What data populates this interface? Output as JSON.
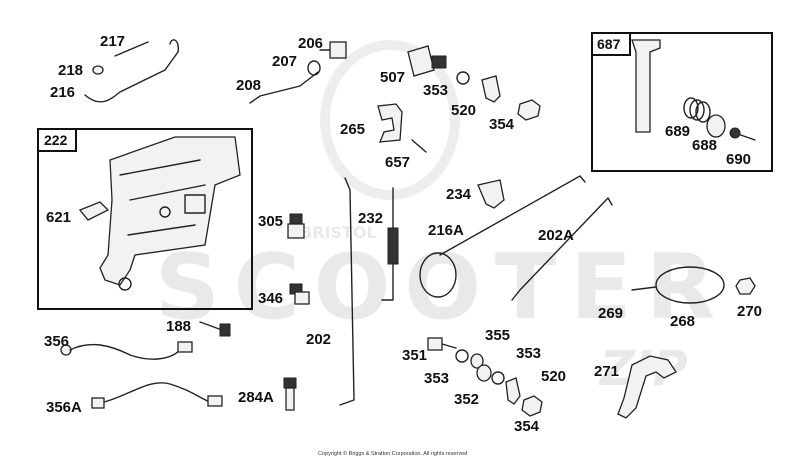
{
  "watermark": {
    "text": "SCOOTER",
    "subtext": "BRISTOL",
    "tail": "ZIP"
  },
  "copyright": "Copyright © Briggs & Stratton Corporation. All rights reserved",
  "boxes": [
    {
      "id": "box-222",
      "label": "222"
    },
    {
      "id": "box-687",
      "label": "687"
    }
  ],
  "labels": {
    "l217": "217",
    "l218": "218",
    "l216": "216",
    "l206": "206",
    "l207": "207",
    "l208": "208",
    "l507": "507",
    "l353a": "353",
    "l520a": "520",
    "l354a": "354",
    "l265": "265",
    "l657": "657",
    "l689": "689",
    "l688": "688",
    "l690": "690",
    "l621": "621",
    "l305": "305",
    "l232": "232",
    "l234": "234",
    "l216A": "216A",
    "l202A": "202A",
    "l346": "346",
    "l269": "269",
    "l268": "268",
    "l270": "270",
    "l356": "356",
    "l188": "188",
    "l202": "202",
    "l355": "355",
    "l351": "351",
    "l353b": "353",
    "l353c": "353",
    "l352": "352",
    "l520b": "520",
    "l271": "271",
    "l356A": "356A",
    "l284A": "284A",
    "l354b": "354"
  }
}
